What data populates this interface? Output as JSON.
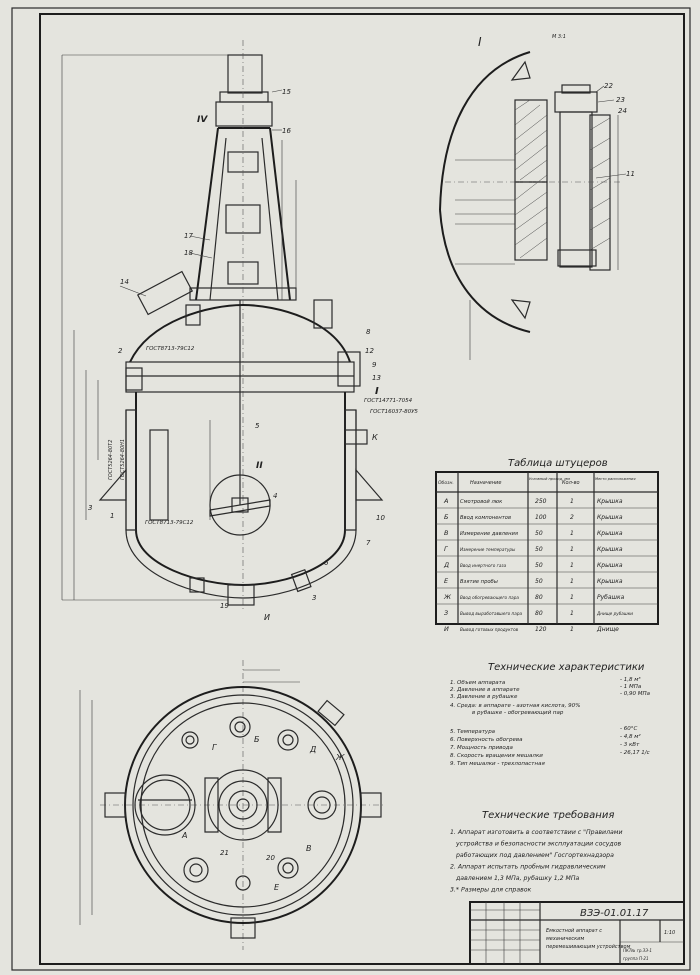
{
  "labels": {
    "section_top": "I",
    "section_top_scale": "M 3:1",
    "view_iv": "IV",
    "view_ii": "II",
    "view_i_mark": "I",
    "part_15": "15",
    "part_16": "16",
    "part_17": "17",
    "part_18": "18",
    "part_14": "14",
    "part_2": "2",
    "part_12": "12",
    "part_13": "13",
    "part_8": "8",
    "part_9": "9",
    "part_5": "5",
    "part_4": "4",
    "part_3": "3",
    "part_1": "1",
    "part_10": "10",
    "part_7": "7",
    "part_6": "6",
    "part_19": "19",
    "part_21": "21",
    "part_20": "20",
    "part_22": "22",
    "part_23": "23",
    "part_24": "24",
    "part_11": "11",
    "gost_a": "ГОСТ8713-79С12",
    "gost_b": "ГОСТ14771-7054",
    "gost_c": "ГОСТ16037-80У5",
    "gost_side1": "ГОСТ5264-80Т2",
    "gost_side2": "ГОСТ5264-80Н1",
    "gost_bottom": "ГОСТ8713-79С12",
    "nozzle_i": "И",
    "nozzle_a": "А",
    "nozzle_b": "Б",
    "nozzle_g": "Г",
    "nozzle_d": "Д",
    "nozzle_e": "Е",
    "nozzle_zh": "Ж",
    "nozzle_v": "В",
    "nozzle_k": "К"
  },
  "nozzle_table": {
    "title": "Таблица штуцеров",
    "headers": [
      "Обозн.",
      "Назначение",
      "Условный проход, мм",
      "Кол-во",
      "Место расположения"
    ],
    "rows": [
      [
        "А",
        "Смотровой люк",
        "250",
        "1",
        "Крышка"
      ],
      [
        "Б",
        "Ввод компонентов",
        "100",
        "2",
        "Крышка"
      ],
      [
        "В",
        "Измерение давления",
        "50",
        "1",
        "Крышка"
      ],
      [
        "Г",
        "Измерение температуры",
        "50",
        "1",
        "Крышка"
      ],
      [
        "Д",
        "Ввод инертного газа",
        "50",
        "1",
        "Крышка"
      ],
      [
        "Е",
        "Взятие пробы",
        "50",
        "1",
        "Крышка"
      ],
      [
        "Ж",
        "Ввод обогревающего пара",
        "80",
        "1",
        "Рубашка"
      ],
      [
        "З",
        "Вывод выработавшего пара",
        "80",
        "1",
        "Днище рубашки"
      ],
      [
        "И",
        "Вывод готовых продуктов",
        "120",
        "1",
        "Днище"
      ]
    ]
  },
  "tech_specs": {
    "title": "Технические характеристики",
    "items": [
      {
        "label": "1. Объем аппарата",
        "value": "- 1,8 м³"
      },
      {
        "label": "2. Давление в аппарате",
        "value": "- 1 МПа"
      },
      {
        "label": "3. Давление в рубашке",
        "value": "- 0,90 МПа"
      },
      {
        "label": "4. Среда: в аппарате - азотная кислота, 90%",
        "value": ""
      },
      {
        "label": "в рубашке - обогревающий пар",
        "value": ""
      },
      {
        "label": "5. Температура",
        "value": "- 60°С"
      },
      {
        "label": "6. Поверхность обогрева",
        "value": "- 4,8 м²"
      },
      {
        "label": "7. Мощность привода",
        "value": "- 3 кВт"
      },
      {
        "label": "8. Скорость вращения мешалки",
        "value": "- 26,17 1/с"
      },
      {
        "label": "9. Тип мешалки - трехлопастная",
        "value": ""
      }
    ]
  },
  "tech_requirements": {
    "title": "Технические требования",
    "lines": [
      "1. Аппарат изготовить в соответствии с \"Правилами",
      "устройства и безопасности эксплуатации сосудов",
      "работающих под давлением\" Госгортехнадзора",
      "2. Аппарат испытать пробным гидравлическим",
      "давлением 1,3 МПа, рубашку 1,2 МПа",
      "3.* Размеры для справок"
    ]
  },
  "title_block": {
    "code": "ВЗЭ-01.01.17",
    "name_line1": "Емкостной аппарат с",
    "name_line2": "механическим",
    "name_line3": "перемешивающим устройством",
    "org_line1": "ПКТ№ гр.ЗЭ-1",
    "org_line2": "группа П-21",
    "sheet": "1:10"
  },
  "colors": {
    "paper": "#e4e4de",
    "ink": "#222222"
  }
}
